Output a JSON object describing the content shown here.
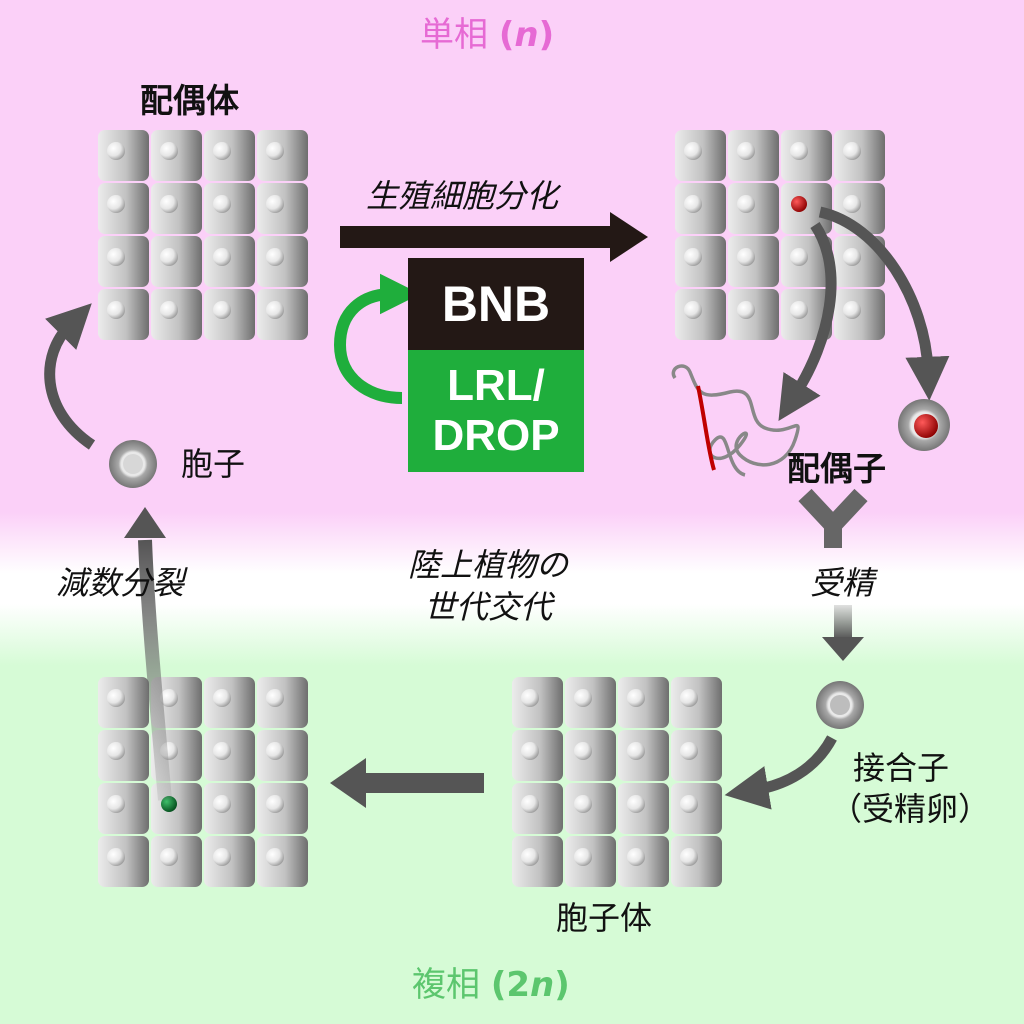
{
  "colors": {
    "haploid_bg": "#fbd0f8",
    "diploid_bg": "#d6fbd6",
    "haploid_text": "#e66ad4",
    "diploid_text": "#5cc66e",
    "bnb_box": "#231815",
    "lrl_box": "#1fae3c",
    "arrow_dark": "#231815",
    "arrow_gray": "#555555",
    "cell_red": "#c00000",
    "cell_green": "#0a6b2a"
  },
  "phases": {
    "haploid": {
      "label": "単相",
      "ploidy": "n"
    },
    "diploid": {
      "label": "複相",
      "ploidy_num": "2",
      "ploidy_var": "n"
    }
  },
  "labels": {
    "gametophyte": "配偶体",
    "gamete": "配偶子",
    "spore": "胞子",
    "sporophyte": "胞子体",
    "zygote": "接合子",
    "zygote_note": "（受精卵）",
    "germ_cell_differentiation": "生殖細胞分化",
    "fertilization": "受精",
    "meiosis": "減数分裂",
    "cycle_title_line1": "陸上植物の",
    "cycle_title_line2": "世代交代"
  },
  "genes": {
    "top": "BNB",
    "bottom_line1": "LRL/",
    "bottom_line2": "DROP"
  },
  "icons": {
    "loop_arrow": "circular-arrow-icon",
    "cell": "cell-icon"
  }
}
